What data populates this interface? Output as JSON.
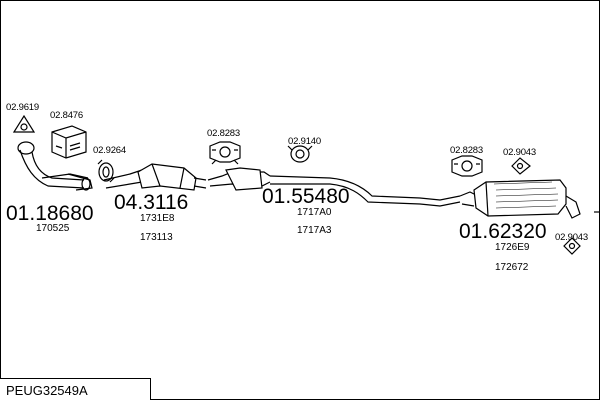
{
  "diagram": {
    "code": "PEUG32549A",
    "parts": [
      {
        "main": "01.18680",
        "subs": [
          "170525"
        ]
      },
      {
        "main": "04.3116",
        "subs": [
          "1731E8",
          "173113"
        ]
      },
      {
        "main": "01.55480",
        "subs": [
          "1717A0",
          "1717A3"
        ]
      },
      {
        "main": "01.62320",
        "subs": [
          "1726E9",
          "172672"
        ]
      }
    ],
    "accessories": [
      "02.9619",
      "02.8476",
      "02.9264",
      "02.8283",
      "02.9140",
      "02.8283",
      "02.9043",
      "02.9043"
    ]
  }
}
